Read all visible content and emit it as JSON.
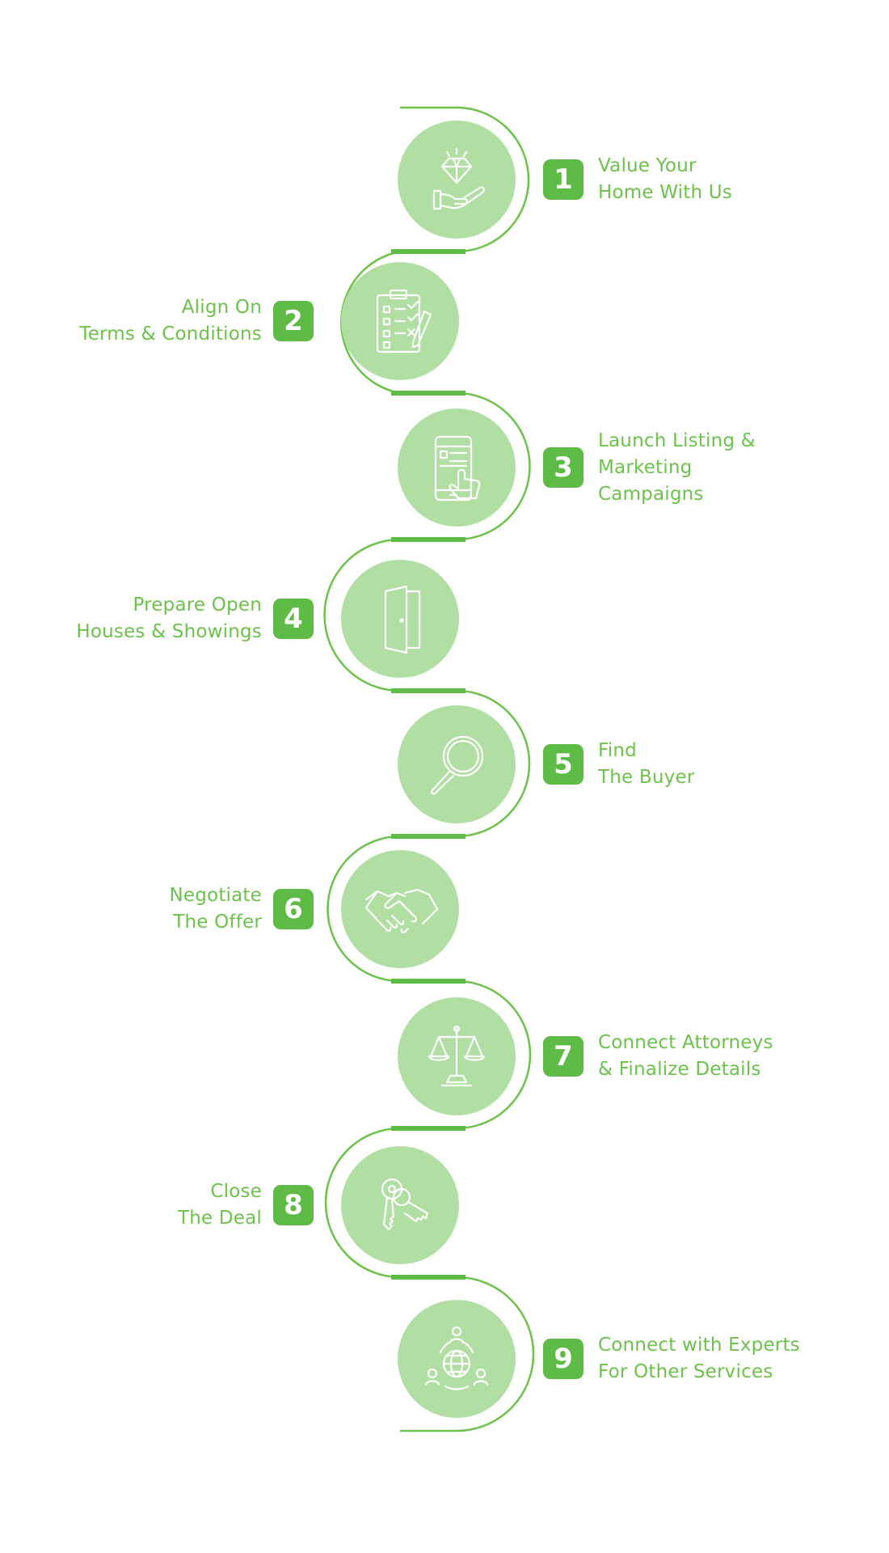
{
  "colors": {
    "line": "#6cc24a",
    "circle": "#b1dfa3",
    "badge": "#5dbb46",
    "text": "#6cc24a",
    "icon": "#ffffff"
  },
  "steps": [
    {
      "number": "1",
      "lines": [
        "Value Your",
        "Home With Us"
      ],
      "icon": "diamond-hand-icon"
    },
    {
      "number": "2",
      "lines": [
        "Align On",
        "Terms & Conditions"
      ],
      "icon": "clipboard-checklist-icon"
    },
    {
      "number": "3",
      "lines": [
        "Launch Listing &",
        "Marketing",
        "Campaigns"
      ],
      "icon": "smartphone-tap-icon"
    },
    {
      "number": "4",
      "lines": [
        "Prepare Open",
        "Houses & Showings"
      ],
      "icon": "open-door-icon"
    },
    {
      "number": "5",
      "lines": [
        "Find",
        "The Buyer"
      ],
      "icon": "magnifier-icon"
    },
    {
      "number": "6",
      "lines": [
        "Negotiate",
        "The Offer"
      ],
      "icon": "handshake-icon"
    },
    {
      "number": "7",
      "lines": [
        "Connect Attorneys",
        "& Finalize Details"
      ],
      "icon": "scales-icon"
    },
    {
      "number": "8",
      "lines": [
        "Close",
        "The Deal"
      ],
      "icon": "keys-icon"
    },
    {
      "number": "9",
      "lines": [
        "Connect with Experts",
        "For Other Services"
      ],
      "icon": "globe-network-icon"
    }
  ]
}
